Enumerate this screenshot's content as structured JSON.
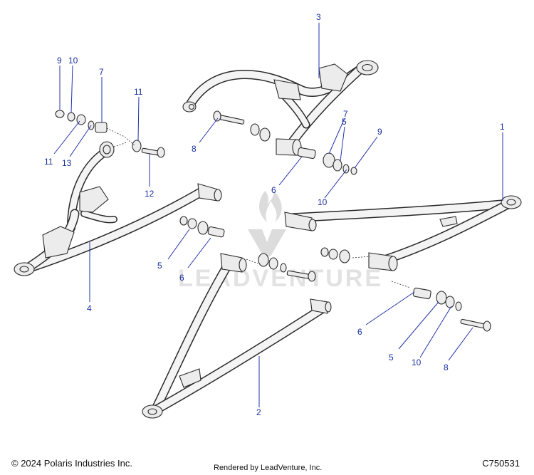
{
  "watermark": {
    "text": "LEADVENTURE"
  },
  "footer": {
    "copyright": "© 2024 Polaris Industries Inc.",
    "rendered_by": "Rendered by LeadVenture, Inc.",
    "diagram_code": "C750531"
  },
  "callouts": [
    {
      "id": "c1",
      "label": "1"
    },
    {
      "id": "c2",
      "label": "2"
    },
    {
      "id": "c3",
      "label": "3"
    },
    {
      "id": "c4",
      "label": "4"
    },
    {
      "id": "c5a",
      "label": "5"
    },
    {
      "id": "c5b",
      "label": "5"
    },
    {
      "id": "c5c",
      "label": "5"
    },
    {
      "id": "c6a",
      "label": "6"
    },
    {
      "id": "c6b",
      "label": "6"
    },
    {
      "id": "c6c",
      "label": "6"
    },
    {
      "id": "c7a",
      "label": "7"
    },
    {
      "id": "c7b",
      "label": "7"
    },
    {
      "id": "c8a",
      "label": "8"
    },
    {
      "id": "c8b",
      "label": "8"
    },
    {
      "id": "c9a",
      "label": "9"
    },
    {
      "id": "c9b",
      "label": "9"
    },
    {
      "id": "c10a",
      "label": "10"
    },
    {
      "id": "c10b",
      "label": "10"
    },
    {
      "id": "c10c",
      "label": "10"
    },
    {
      "id": "c11a",
      "label": "11"
    },
    {
      "id": "c11b",
      "label": "11"
    },
    {
      "id": "c12",
      "label": "12"
    },
    {
      "id": "c13",
      "label": "13"
    }
  ]
}
